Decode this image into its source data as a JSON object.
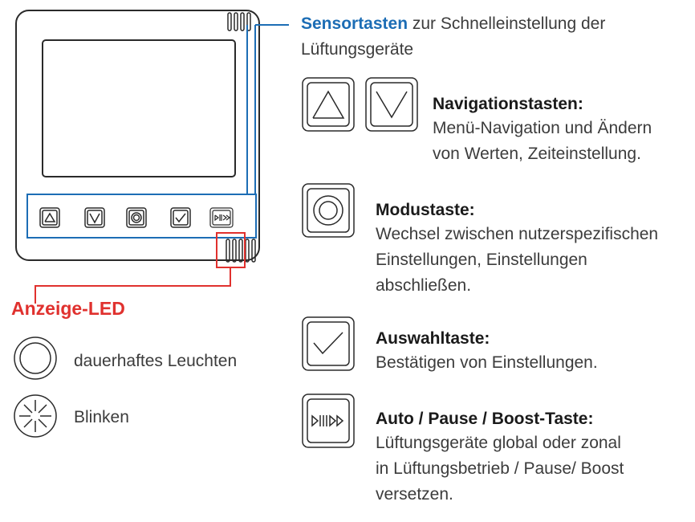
{
  "colors": {
    "accent_blue": "#1c6db5",
    "accent_red": "#e0312e",
    "outline": "#2a2a2a",
    "text": "#3c3c3c"
  },
  "sensor": {
    "title": "Sensortasten",
    "rest": " zur Schnelleinstellung der",
    "line2": "Lüftungsgeräte"
  },
  "nav": {
    "title": "Navigationstasten:",
    "desc1": "Menü-Navigation und Ändern",
    "desc2": "von Werten, Zeiteinstellung.",
    "icons": [
      "arrow-up-icon",
      "arrow-down-icon"
    ]
  },
  "mode": {
    "title": "Modustaste:",
    "desc1": "Wechsel zwischen nutzerspezifischen",
    "desc2": "Einstellungen, Einstellungen",
    "desc3": "abschließen.",
    "icon": "concentric-circles-icon"
  },
  "select": {
    "title": "Auswahltaste:",
    "desc1": "Bestätigen von Einstellungen.",
    "icon": "check-icon"
  },
  "auto": {
    "title": "Auto / Pause / Boost-Taste:",
    "desc1": "Lüftungsgeräte global oder zonal",
    "desc2": "in Lüftungsbetrieb / Pause/ Boost",
    "desc3": "versetzen.",
    "icon": "play-pause-boost-icon"
  },
  "led": {
    "title": "Anzeige-LED",
    "steady": "dauerhaftes Leuchten",
    "blink": "Blinken",
    "icons": [
      "led-steady-icon",
      "led-blink-icon"
    ]
  }
}
